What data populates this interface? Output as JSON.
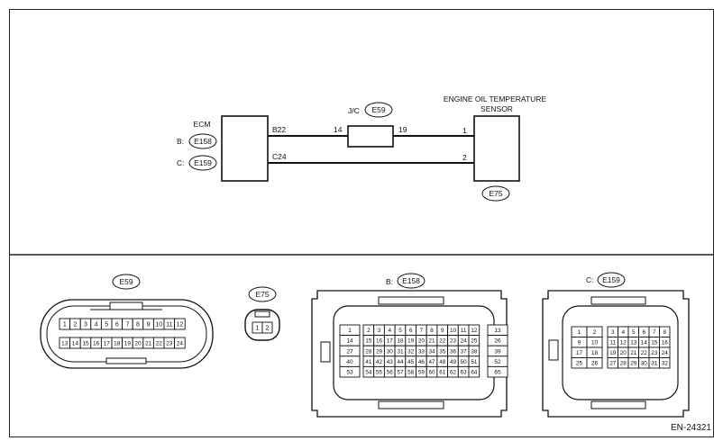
{
  "wiring": {
    "ecm": {
      "label": "ECM",
      "connectors": [
        {
          "prefix": "B:",
          "code": "E158"
        },
        {
          "prefix": "C:",
          "code": "E159"
        }
      ]
    },
    "jc": {
      "label": "J/C",
      "code": "E59"
    },
    "sensor": {
      "label_line1": "ENGINE OIL TEMPERATURE",
      "label_line2": "SENSOR",
      "code": "E75"
    },
    "wire_top": {
      "ecm_pin": "B22",
      "jc_in": "14",
      "jc_out": "19",
      "sensor_pin": "1"
    },
    "wire_bottom": {
      "ecm_pin": "C24",
      "sensor_pin": "2"
    }
  },
  "connectors": {
    "e59": {
      "code": "E59",
      "row1": [
        "1",
        "2",
        "3",
        "4",
        "5",
        "6",
        "7",
        "8",
        "9",
        "10",
        "11",
        "12"
      ],
      "row2": [
        "13",
        "14",
        "15",
        "16",
        "17",
        "18",
        "19",
        "20",
        "21",
        "22",
        "23",
        "24"
      ]
    },
    "e75": {
      "code": "E75",
      "pins": [
        "1",
        "2"
      ]
    },
    "e158": {
      "prefix": "B:",
      "code": "E158",
      "left": [
        "1",
        "14",
        "27",
        "40",
        "53"
      ],
      "grid": [
        [
          "2",
          "3",
          "4",
          "5",
          "6",
          "7",
          "8",
          "9",
          "10",
          "11",
          "12"
        ],
        [
          "15",
          "16",
          "17",
          "18",
          "19",
          "20",
          "21",
          "22",
          "23",
          "24",
          "25"
        ],
        [
          "28",
          "29",
          "30",
          "31",
          "32",
          "33",
          "34",
          "35",
          "36",
          "37",
          "38"
        ],
        [
          "41",
          "42",
          "43",
          "44",
          "45",
          "46",
          "47",
          "48",
          "49",
          "50",
          "51"
        ],
        [
          "54",
          "55",
          "56",
          "57",
          "58",
          "59",
          "60",
          "61",
          "62",
          "63",
          "64"
        ]
      ],
      "right": [
        "13",
        "26",
        "39",
        "52",
        "65"
      ]
    },
    "e159": {
      "prefix": "C:",
      "code": "E159",
      "left": [
        [
          "1",
          "2"
        ],
        [
          "9",
          "10"
        ],
        [
          "17",
          "18"
        ],
        [
          "25",
          "26"
        ]
      ],
      "grid": [
        [
          "3",
          "4",
          "5",
          "6",
          "7",
          "8"
        ],
        [
          "11",
          "12",
          "13",
          "14",
          "15",
          "16"
        ],
        [
          "19",
          "20",
          "21",
          "22",
          "23",
          "24"
        ],
        [
          "27",
          "28",
          "29",
          "30",
          "31",
          "32"
        ]
      ]
    }
  },
  "figure_id": "EN-24321"
}
